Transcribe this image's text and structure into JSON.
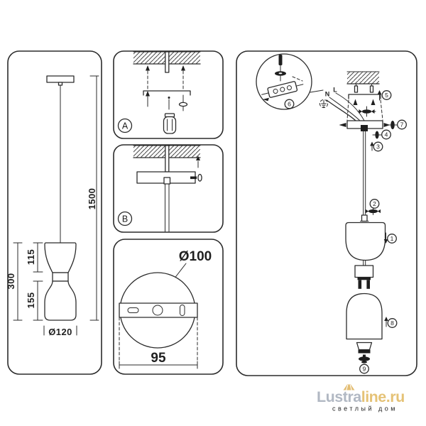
{
  "left_panel": {
    "dim_drop": "1500",
    "dim_fixture_height": "300",
    "dim_top_shade": "115",
    "dim_bottom_shade": "155",
    "dim_shade_diameter": "Ø120"
  },
  "step_a": {
    "label": "A"
  },
  "step_b": {
    "label": "B"
  },
  "plate_panel": {
    "dim_diameter": "Ø100",
    "dim_hole_spacing": "95"
  },
  "assembly_panel": {
    "wire_neutral": "N",
    "wire_live": "L",
    "callouts": [
      "1",
      "2",
      "3",
      "4",
      "5",
      "6",
      "7",
      "8",
      "9"
    ]
  },
  "watermark": {
    "brand_primary": "Lustra",
    "brand_secondary": "line.ru",
    "tagline": "светлый дом",
    "color_primary": "#b1b8c3",
    "color_secondary": "#e5c276"
  },
  "colors": {
    "ink": "#2b2b2b",
    "background": "#ffffff"
  },
  "icons": {
    "ceiling_hatch": "hatched-ceiling-section",
    "wall_plug": "wall-anchor-dowel",
    "screw": "screw-with-washer",
    "ground": "earth-ground-symbol"
  }
}
